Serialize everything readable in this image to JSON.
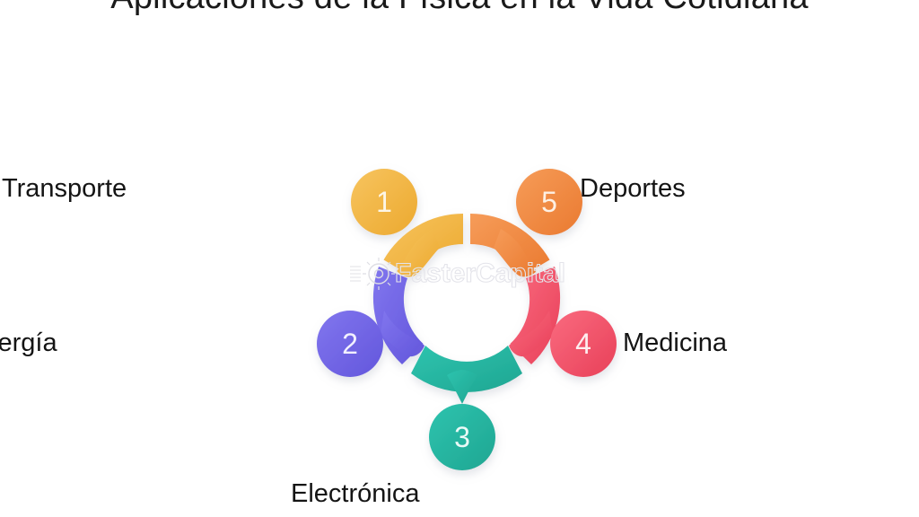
{
  "page": {
    "title": "Aplicaciones de la Física en la Vida Cotidiana",
    "background_color": "#ffffff",
    "text_color": "#141414"
  },
  "watermark": {
    "text": "FasterCapital",
    "icon": "gear-icon",
    "color": "#e9e9ec"
  },
  "diagram": {
    "type": "circular-process",
    "segment_count": 5,
    "segments": [
      {
        "number": "1",
        "label": "Transporte",
        "color": "#f0b43f",
        "color_light": "#f6c65c",
        "label_side": "left"
      },
      {
        "number": "2",
        "label": "Energía",
        "color": "#6a5fe0",
        "color_light": "#7e74ea",
        "label_side": "left"
      },
      {
        "number": "3",
        "label": "Electrónica",
        "color": "#24b09c",
        "color_light": "#2cc0ac",
        "label_side": "bottom"
      },
      {
        "number": "4",
        "label": "Medicina",
        "color": "#f2536a",
        "color_light": "#f86a7e",
        "label_side": "right"
      },
      {
        "number": "5",
        "label": "Deportes",
        "color": "#ef8941",
        "color_light": "#f59a56",
        "label_side": "right"
      }
    ]
  }
}
